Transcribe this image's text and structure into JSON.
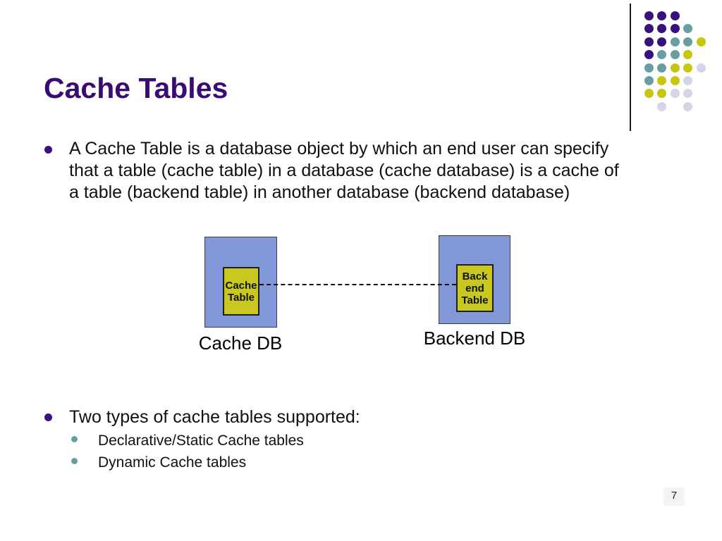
{
  "slide": {
    "title": "Cache Tables",
    "page_number": "7"
  },
  "bullet1": {
    "lines": [
      "A Cache Table is a database object by which an end user can specify",
      "that a table (cache table) in a database (cache database) is a cache of",
      "a table (backend table) in another database (backend database)"
    ]
  },
  "bullet2": {
    "text": "Two types of cache tables supported:",
    "sub_items": [
      "Declarative/Static Cache tables",
      "Dynamic Cache tables"
    ]
  },
  "diagram": {
    "cache_table_label": "Cache\nTable",
    "backend_table_label": "Back\nend\nTable",
    "cache_db_label": "Cache DB",
    "backend_db_label": "Backend DB",
    "colors": {
      "db_fill": "#8197d7",
      "table_fill": "#c9c81f",
      "connector": "#111111"
    }
  },
  "decoration": {
    "dot_colors": {
      "P": "#38117c",
      "T": "#699ea0",
      "Y": "#c6c70c",
      "L": "#d5d5e8"
    },
    "grid": [
      [
        "P",
        "P",
        "P",
        "",
        ""
      ],
      [
        "P",
        "P",
        "P",
        "T",
        ""
      ],
      [
        "P",
        "P",
        "T",
        "T",
        "Y"
      ],
      [
        "P",
        "T",
        "T",
        "Y",
        ""
      ],
      [
        "T",
        "T",
        "Y",
        "Y",
        "L"
      ],
      [
        "T",
        "Y",
        "Y",
        "L",
        ""
      ],
      [
        "Y",
        "Y",
        "L",
        "L",
        ""
      ],
      [
        "",
        "L",
        "",
        "L",
        ""
      ]
    ]
  },
  "colors": {
    "title": "#3a0b72",
    "bullet": "#3a1183",
    "sub_bullet": "#699ea0"
  }
}
